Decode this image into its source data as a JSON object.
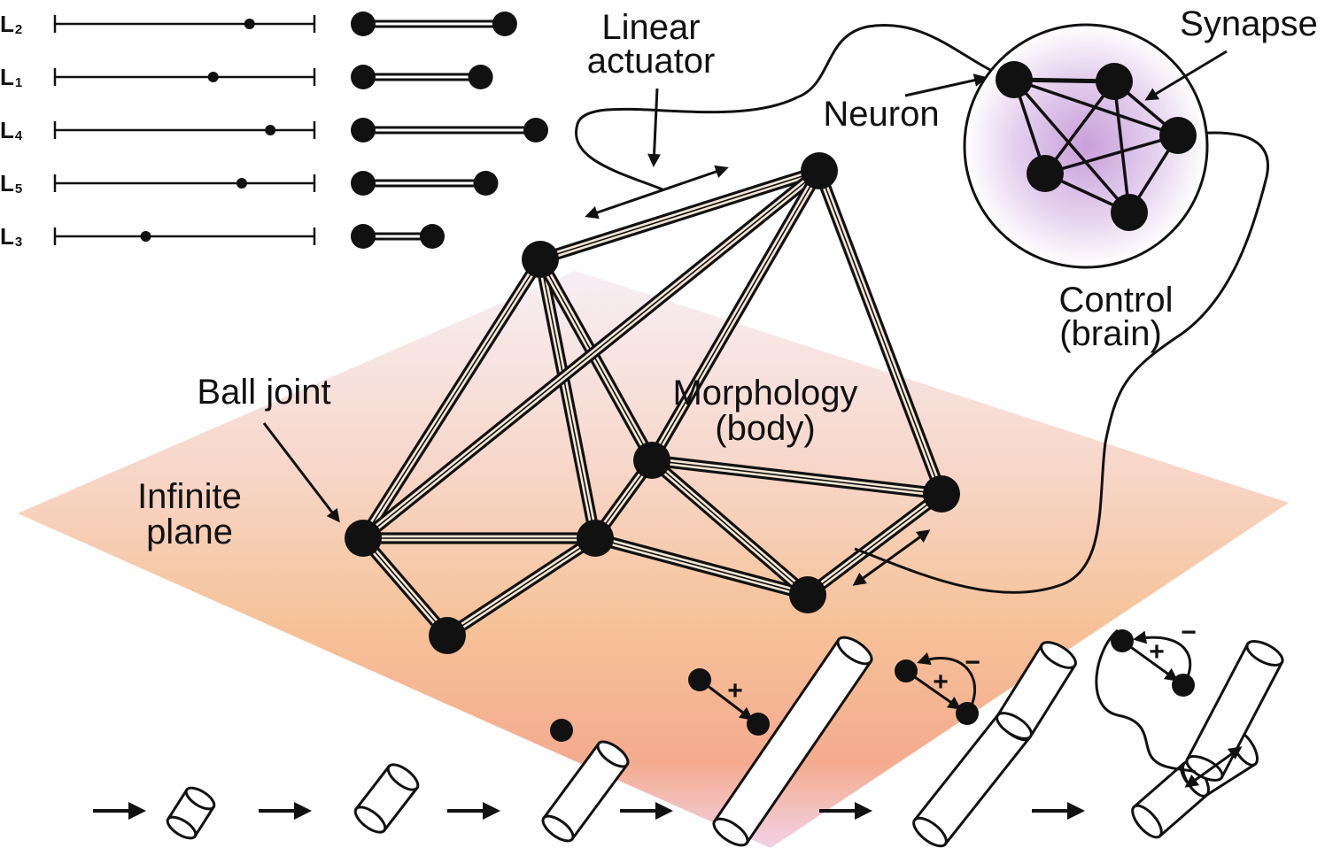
{
  "labels": {
    "linear_actuator_1": "Linear",
    "linear_actuator_2": "actuator",
    "neuron": "Neuron",
    "synapse": "Synapse",
    "control_1": "Control",
    "control_2": "(brain)",
    "ball_joint": "Ball joint",
    "morphology_1": "Morphology",
    "morphology_2": "(body)",
    "infinite_1": "Infinite",
    "infinite_2": "plane"
  },
  "gene_rows": [
    {
      "letter": "L",
      "index": "2",
      "value": 0.75,
      "rod": 0.82
    },
    {
      "letter": "L",
      "index": "1",
      "value": 0.61,
      "rod": 0.68
    },
    {
      "letter": "L",
      "index": "4",
      "value": 0.83,
      "rod": 1.0
    },
    {
      "letter": "L",
      "index": "5",
      "value": 0.72,
      "rod": 0.71
    },
    {
      "letter": "L",
      "index": "3",
      "value": 0.35,
      "rod": 0.4
    }
  ],
  "signs": {
    "plus": "+",
    "minus": "−"
  },
  "colors": {
    "plane_top": "#f7e6ee",
    "plane_mid": "#f6c79a",
    "plane_bottom": "#f4a68a",
    "brain_glow": "#c8a0d8",
    "ink": "#111111",
    "rod_fill": "#f4e6d4"
  }
}
